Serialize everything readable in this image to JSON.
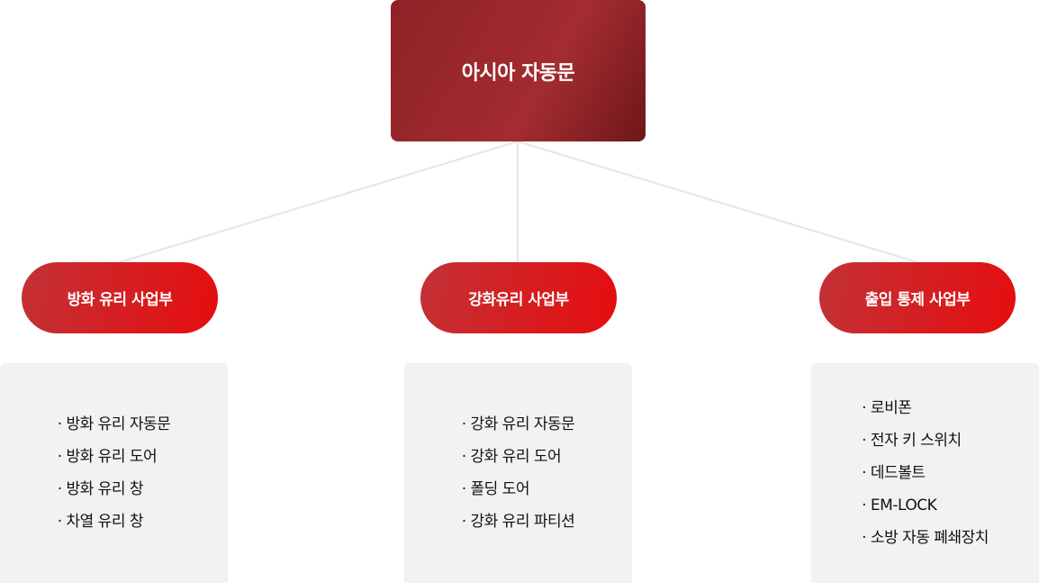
{
  "root": {
    "title": "아시아 자동문"
  },
  "divisions": [
    {
      "label": "방화 유리 사업부",
      "items": [
        "· 방화 유리 자동문",
        "· 방화 유리 도어",
        "· 방화 유리 창",
        "· 차열 유리 창"
      ]
    },
    {
      "label": "강화유리 사업부",
      "items": [
        "· 강화 유리 자동문",
        "· 강화 유리 도어",
        "· 폴딩 도어",
        "· 강화 유리 파티션"
      ]
    },
    {
      "label": "출입 통제 사업부",
      "items": [
        "· 로비폰",
        "· 전자 키 스위치",
        "· 데드볼트",
        "· EM-LOCK",
        "· 소방 자동 폐쇄장치"
      ]
    }
  ],
  "colors": {
    "root": "#a32c30",
    "pill": "#e60d0f",
    "panel": "#f2f2f2",
    "line": "#e5e5e5"
  }
}
